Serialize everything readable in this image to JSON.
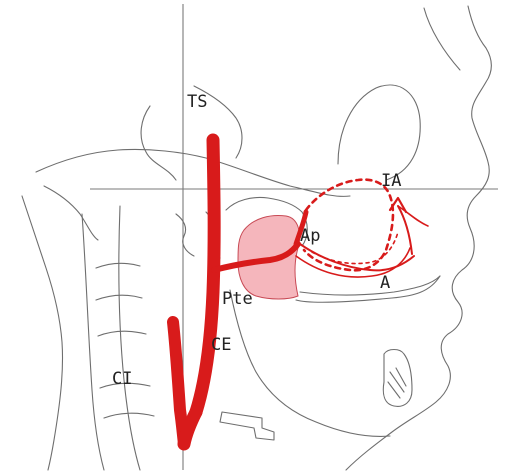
{
  "labels": {
    "ts": "TS",
    "ia": "IA",
    "ap": "Ap",
    "a": "A",
    "pte": "Pte",
    "ce": "CE",
    "ci": "CI"
  },
  "colors": {
    "artery": "#d81b1b",
    "fossa_fill": "#f19aa2",
    "outline": "#6e6e6e",
    "label_text": "#222222"
  }
}
